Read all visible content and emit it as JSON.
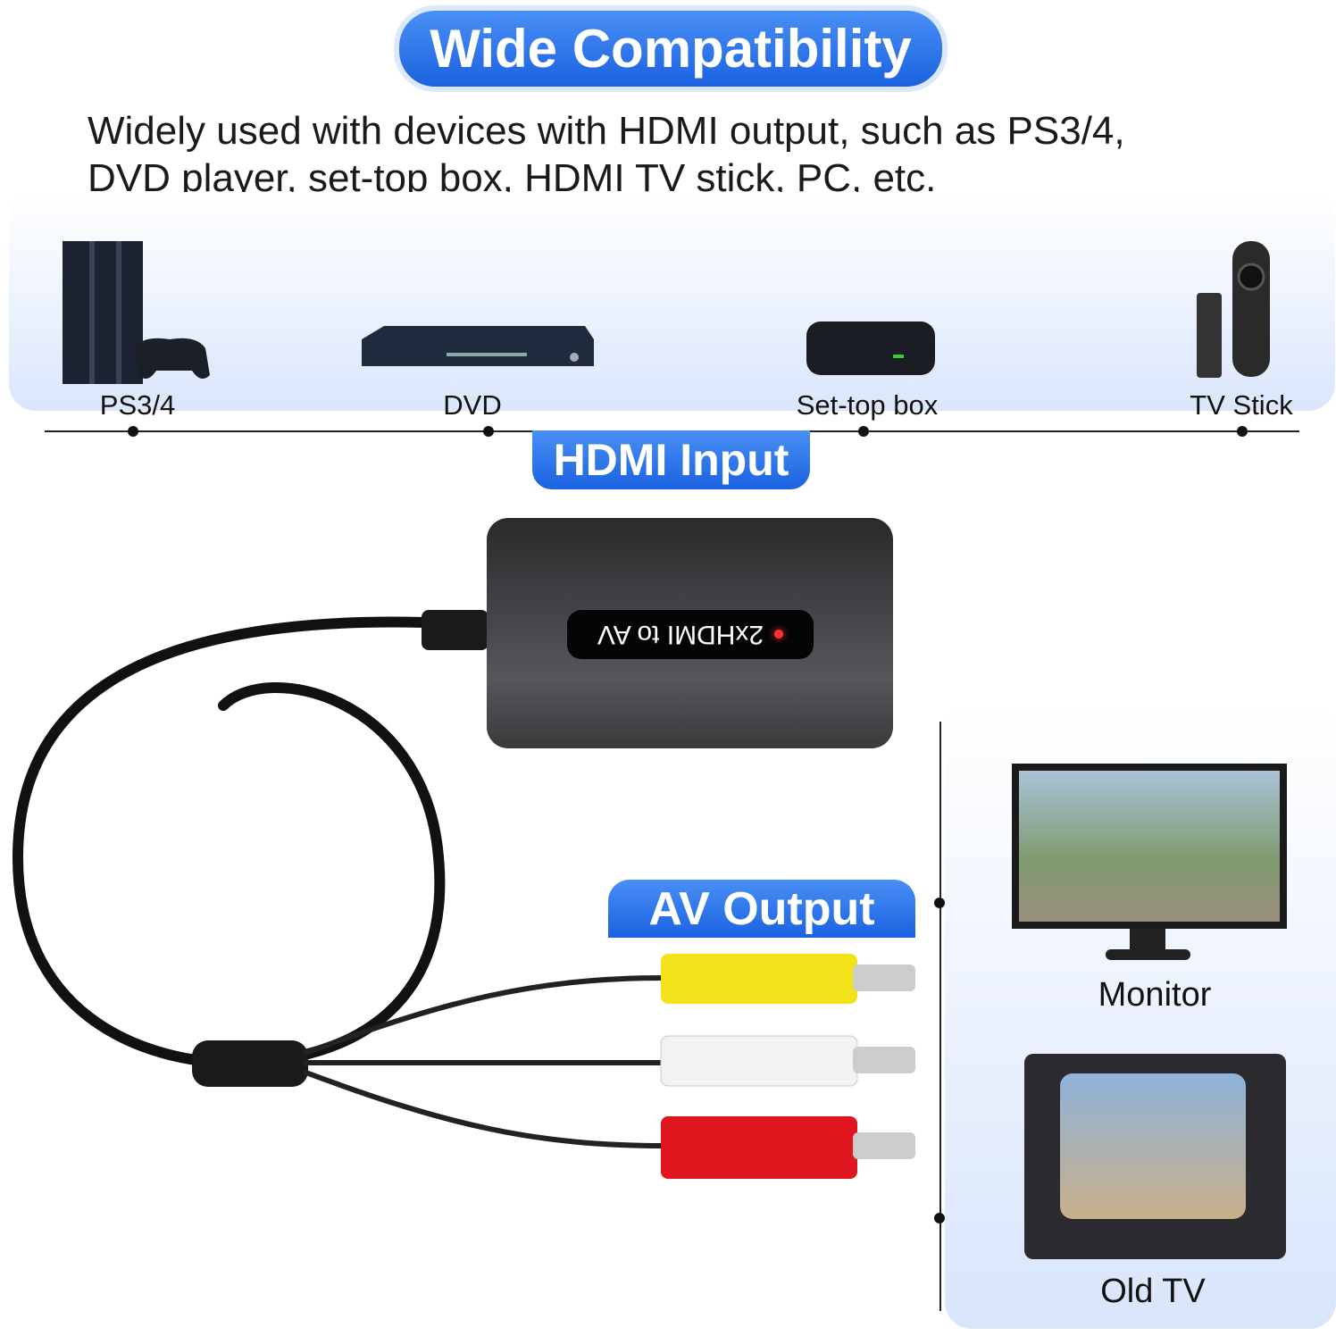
{
  "title": "Wide Compatibility",
  "subtitle_line1": "Widely used with devices with HDMI output, such as PS3/4,",
  "subtitle_line2": "DVD player, set-top box, HDMI TV stick, PC, etc.",
  "devices": [
    {
      "label": "PS3/4",
      "icon": "console-icon"
    },
    {
      "label": "DVD",
      "icon": "dvd-player-icon"
    },
    {
      "label": "Set-top box",
      "icon": "set-top-box-icon"
    },
    {
      "label": "TV Stick",
      "icon": "tv-stick-icon"
    }
  ],
  "hdmi_input_label": "HDMI Input",
  "device_label": "2xHDMI to AV",
  "av_output_label": "AV Output",
  "outputs": [
    {
      "label": "Monitor"
    },
    {
      "label": "Old TV"
    }
  ],
  "colors": {
    "accent": "#1a62e0",
    "rca_yellow": "#f2e21a",
    "rca_white": "#f2f2f2",
    "rca_red": "#e0161e"
  }
}
